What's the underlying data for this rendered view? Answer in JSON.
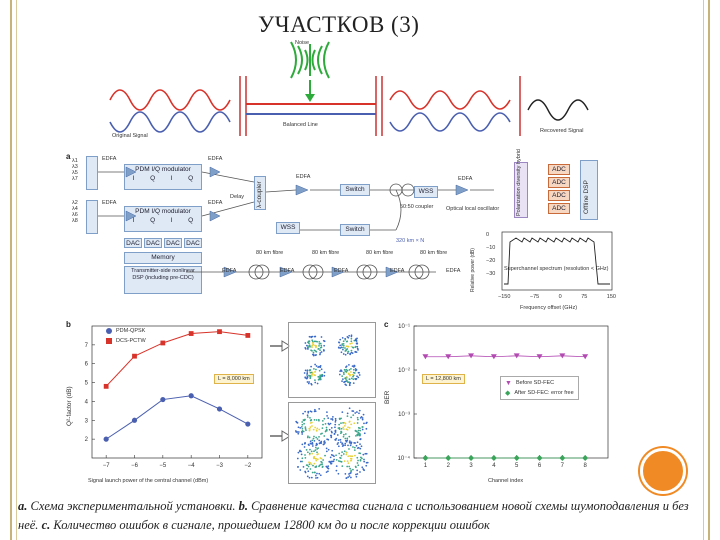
{
  "slide": {
    "title": "УЧАСТКОВ (3)",
    "caption": {
      "a_label": "a.",
      "a_text": " Схема экспериментальной установки. ",
      "b_label": "b.",
      "b_text": " Сравнение качества сигнала с использованием новой схемы шумоподавления и без неё. ",
      "c_label": "c.",
      "c_text": " Количество ошибок в сигнале, прошедшем 12800 км до и после коррекции ошибок"
    }
  },
  "diagram_top": {
    "noise_label": "Noise",
    "original_label": "Original Signal",
    "balanced_label": "Balanced Line",
    "recovered_label": "Recovered Signal"
  },
  "panel_a": {
    "letter": "a",
    "inputs_top": [
      "λ1",
      "λ3",
      "λ5",
      "λ7"
    ],
    "inputs_bottom": [
      "λ2",
      "λ4",
      "λ6",
      "λ8"
    ],
    "mux_label": "λ-coupler",
    "edfa": "EDFA",
    "mod_top": "PDM I/Q modulator",
    "mod_bottom": "PDM I/Q modulator",
    "mod_cells": [
      "I",
      "Q",
      "I",
      "Q"
    ],
    "dac": "DAC",
    "memory": "Memory",
    "transmitter_note": "Transmitter-side nonlinear DSP (including pre-CDC)",
    "delay": "Delay",
    "coupler": "λ-coupler",
    "switch": "Switch",
    "wss": "WSS",
    "coupler_pbs": "50:50 coupler",
    "optical_mixer": "Optical local oscillator",
    "hybrid": "Polarization diversity hybrid",
    "adc": "ADC",
    "offline_dsp": "Offline DSP",
    "span_km": "80 km fibre",
    "loop_note": "320 km × N",
    "spectrum_label": "Superchannel spectrum (resolution < GHz)",
    "spectrum_xlabel": "Frequency offset (GHz)",
    "spectrum_ylabel": "Relative power (dB)",
    "spectrum_yticks": [
      "0",
      "−10",
      "−20",
      "−30"
    ],
    "spectrum_xticks": [
      "−150",
      "−75",
      "0",
      "75",
      "150"
    ]
  },
  "panel_b": {
    "letter": "b",
    "ylabel": "Q²-factor (dB)",
    "xlabel": "Signal launch power of the central channel (dBm)",
    "annotation": "L = 8,000 km",
    "legend": [
      "PDM-QPSK",
      "DCS-PCTW"
    ]
  },
  "panel_c": {
    "letter": "c",
    "ylabel": "BER",
    "xlabel": "Channel index",
    "annotation": "L = 12,800 km",
    "legend": [
      "Before SD-FEC",
      "After SD-FEC: error free"
    ]
  },
  "chart_data": [
    {
      "type": "line",
      "panel": "b",
      "xlabel": "Signal launch power of the central channel (dBm)",
      "ylabel": "Q²-factor (dB)",
      "x": [
        -7,
        -6,
        -5,
        -4,
        -3,
        -2
      ],
      "xlim": [
        -7.5,
        -1.5
      ],
      "ylim": [
        1,
        8
      ],
      "yticks": [
        2,
        3,
        4,
        5,
        6,
        7
      ],
      "series": [
        {
          "name": "PDM-QPSK",
          "color": "#4a5fb0",
          "marker": "circle",
          "values": [
            2.0,
            3.0,
            4.1,
            4.3,
            3.6,
            2.8
          ]
        },
        {
          "name": "DCS-PCTW",
          "color": "#d8332a",
          "marker": "square",
          "values": [
            4.8,
            6.4,
            7.1,
            7.6,
            7.7,
            7.5
          ]
        }
      ]
    },
    {
      "type": "scatter",
      "panel": "c",
      "xlabel": "Channel index",
      "ylabel": "BER",
      "x": [
        1,
        2,
        3,
        4,
        5,
        6,
        7,
        8
      ],
      "ylog": true,
      "yticks": [
        "10⁻¹",
        "10⁻²",
        "10⁻³",
        "10⁻⁴"
      ],
      "series": [
        {
          "name": "Before SD-FEC",
          "color": "#b24ab2",
          "marker": "triangle-down",
          "values": [
            0.02,
            0.02,
            0.021,
            0.02,
            0.021,
            0.02,
            0.021,
            0.02
          ]
        },
        {
          "name": "After SD-FEC: error free",
          "color": "#3aa55a",
          "marker": "diamond",
          "values": [
            0.0001,
            0.0001,
            0.0001,
            0.0001,
            0.0001,
            0.0001,
            0.0001,
            0.0001
          ]
        }
      ]
    }
  ]
}
